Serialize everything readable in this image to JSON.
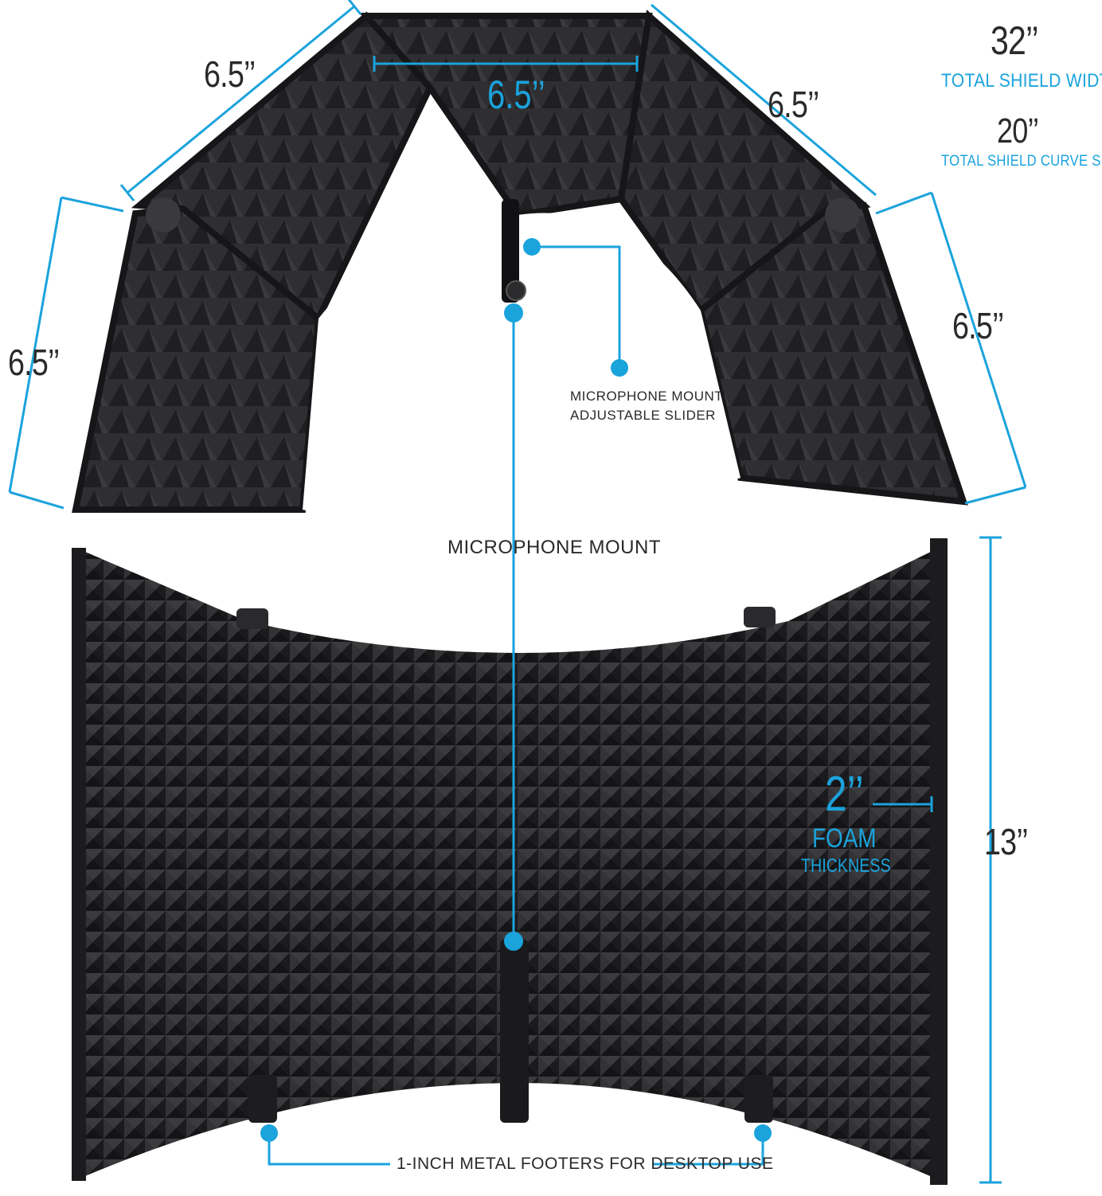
{
  "top_view": {
    "dim_left_upper": "6.5’’",
    "dim_center": "6.5’’",
    "dim_right_upper": "6.5’’",
    "dim_left_side": "6.5’’",
    "dim_right_side": "6.5’’"
  },
  "specs": {
    "total_width_value": "32’’",
    "total_width_label": "TOTAL SHIELD WIDTH",
    "curve_space_value": "20’’",
    "curve_space_label": "TOTAL SHIELD CURVE SPACE"
  },
  "callouts": {
    "slider_line1": "MICROPHONE MOUNT",
    "slider_line2": "ADJUSTABLE SLIDER",
    "mount": "MICROPHONE MOUNT",
    "footers": "1-INCH METAL FOOTERS FOR DESKTOP USE"
  },
  "front_view": {
    "foam_value": "2’’",
    "foam_label1": "FOAM",
    "foam_label2": "THICKNESS",
    "height_value": "13’’"
  },
  "colors": {
    "accent": "#1ba3dc",
    "foam": "#2b2b2d",
    "frame": "#1c1c1e",
    "text": "#2a2a2a"
  }
}
